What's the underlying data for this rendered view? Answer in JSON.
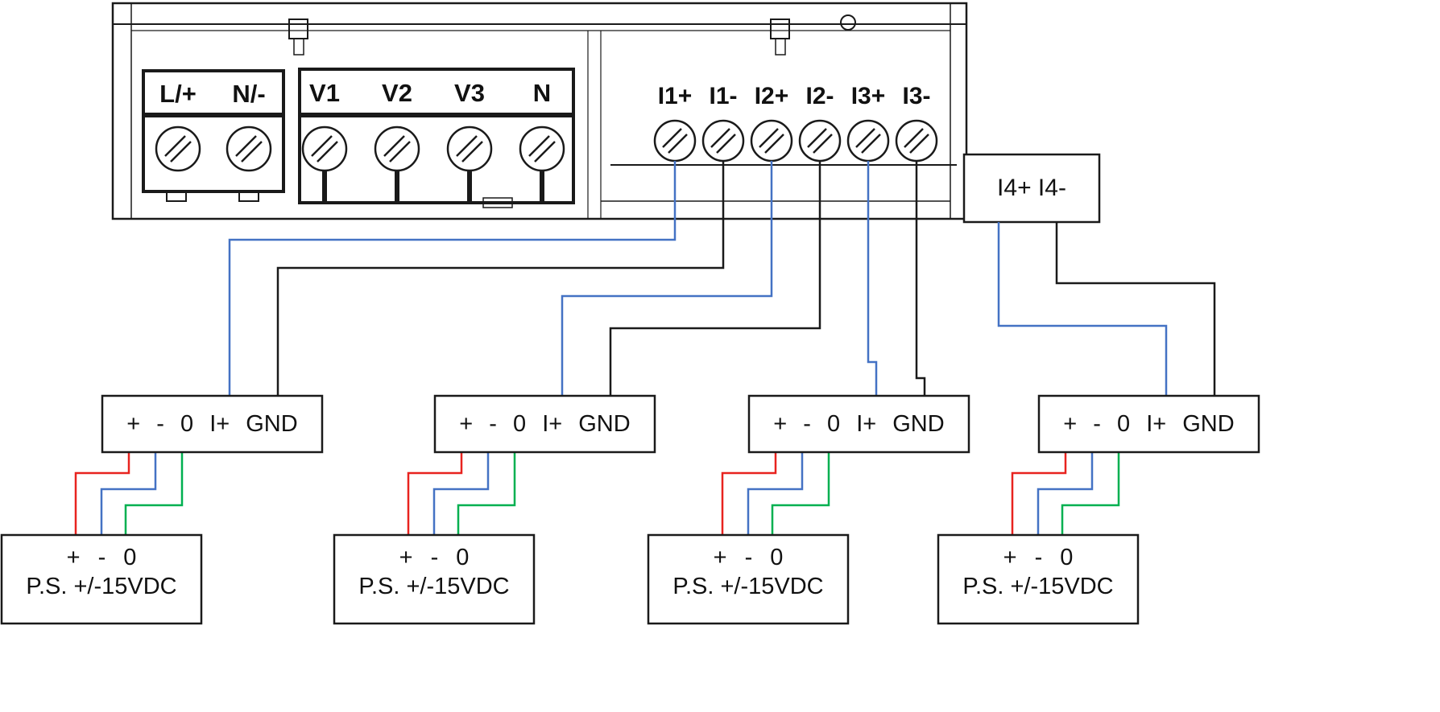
{
  "colors": {
    "line": "#1a1a1a",
    "wire_blue": "#4472c4",
    "wire_black": "#1a1a1a",
    "wire_red": "#e8231f",
    "wire_green": "#00b050"
  },
  "meter": {
    "power_input": {
      "labels": [
        "L/+",
        "N/-"
      ]
    },
    "voltage_inputs": {
      "labels": [
        "V1",
        "V2",
        "V3",
        "N"
      ]
    },
    "current_inputs": {
      "labels": [
        "I1+",
        "I1-",
        "I2+",
        "I2-",
        "I3+",
        "I3-"
      ]
    },
    "i4_box_label": "I4+ I4-"
  },
  "transducers": [
    {
      "label": "+ - 0 I+ GND"
    },
    {
      "label": "+ - 0 I+ GND"
    },
    {
      "label": "+ - 0 I+ GND"
    },
    {
      "label": "+ - 0 I+ GND"
    }
  ],
  "power_supplies": [
    {
      "terminals": "+ - 0",
      "label": "P.S. +/-15VDC"
    },
    {
      "terminals": "+ - 0",
      "label": "P.S. +/-15VDC"
    },
    {
      "terminals": "+ - 0",
      "label": "P.S. +/-15VDC"
    },
    {
      "terminals": "+ - 0",
      "label": "P.S. +/-15VDC"
    }
  ]
}
